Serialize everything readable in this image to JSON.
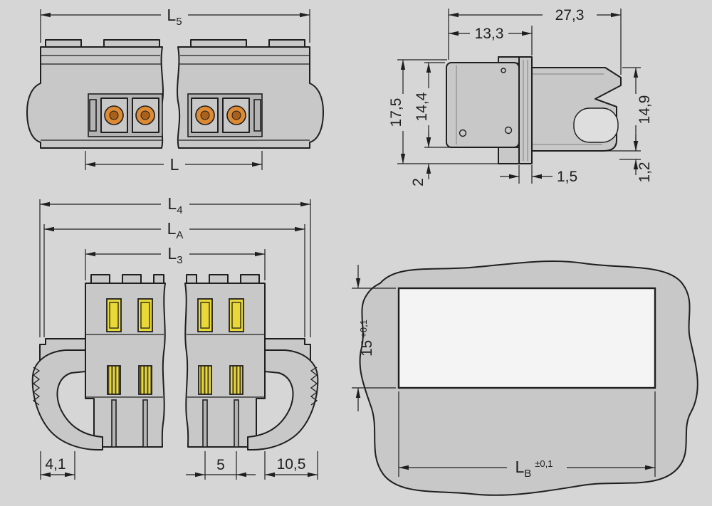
{
  "colors": {
    "background": "#d6d6d6",
    "line": "#1f1f1f",
    "line_soft": "#808080",
    "body_fill": "#c8c8c8",
    "body_fill_dark": "#b4b4b4",
    "recess_fill": "#dedede",
    "contact_orange": "#dd8a33",
    "contact_orange_dark": "#a8611c",
    "contact_yellow": "#e9d837",
    "cutout_white": "#f4f4f4"
  },
  "front_view": {
    "dim_l5_main": "L",
    "dim_l5_sub": "5",
    "dim_l": "L"
  },
  "side_view": {
    "dim_27_3": "27,3",
    "dim_13_3": "13,3",
    "dim_17_5": "17,5",
    "dim_14_4": "14,4",
    "dim_14_9": "14,9",
    "dim_2": "2",
    "dim_1_5": "1,5",
    "dim_1_2": "1,2"
  },
  "bottom_view": {
    "dim_l4_main": "L",
    "dim_l4_sub": "4",
    "dim_la_main": "L",
    "dim_la_sub": "A",
    "dim_l3_main": "L",
    "dim_l3_sub": "3",
    "dim_4_1": "4,1",
    "dim_5": "5",
    "dim_10_5": "10,5"
  },
  "cutout_view": {
    "dim_15": "15",
    "dim_15_tol": "+0,1",
    "dim_lb_main": "L",
    "dim_lb_sub": "B",
    "dim_lb_tol": "±0,1"
  }
}
